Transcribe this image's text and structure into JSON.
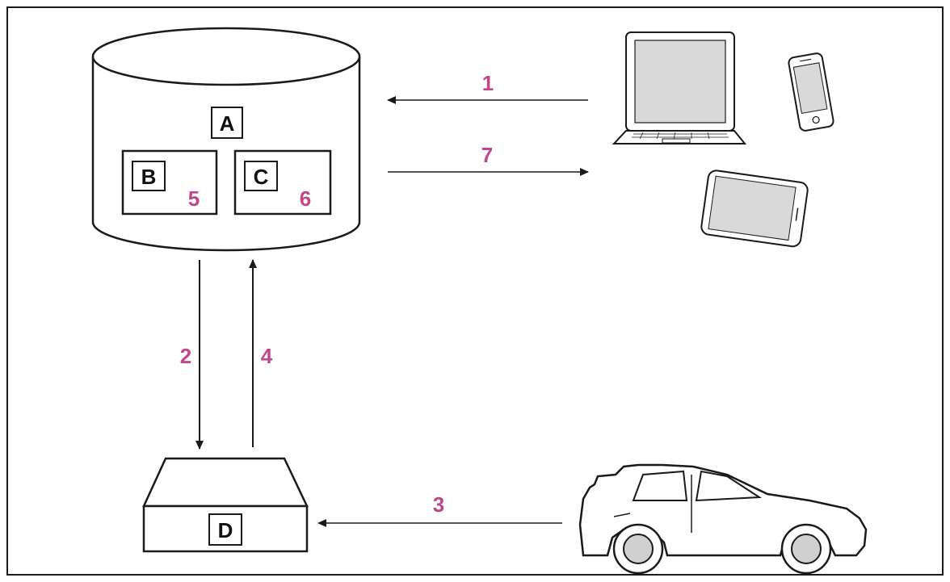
{
  "colors": {
    "step_number": "#c0478a",
    "stroke": "#1a1a1a",
    "device_screen": "#d9d9d9",
    "wheel": "#d0d0d0"
  },
  "components": {
    "server": {
      "letter": "A"
    },
    "module_b": {
      "letter": "B",
      "step": "5"
    },
    "module_c": {
      "letter": "C",
      "step": "6"
    },
    "unit_d": {
      "letter": "D"
    }
  },
  "arrows": {
    "devices_to_server": "1",
    "server_to_unit": "2",
    "car_to_unit": "3",
    "unit_to_server": "4",
    "server_to_devices": "7"
  },
  "icons": [
    "laptop-icon",
    "smartphone-icon",
    "tablet-icon",
    "car-icon"
  ]
}
